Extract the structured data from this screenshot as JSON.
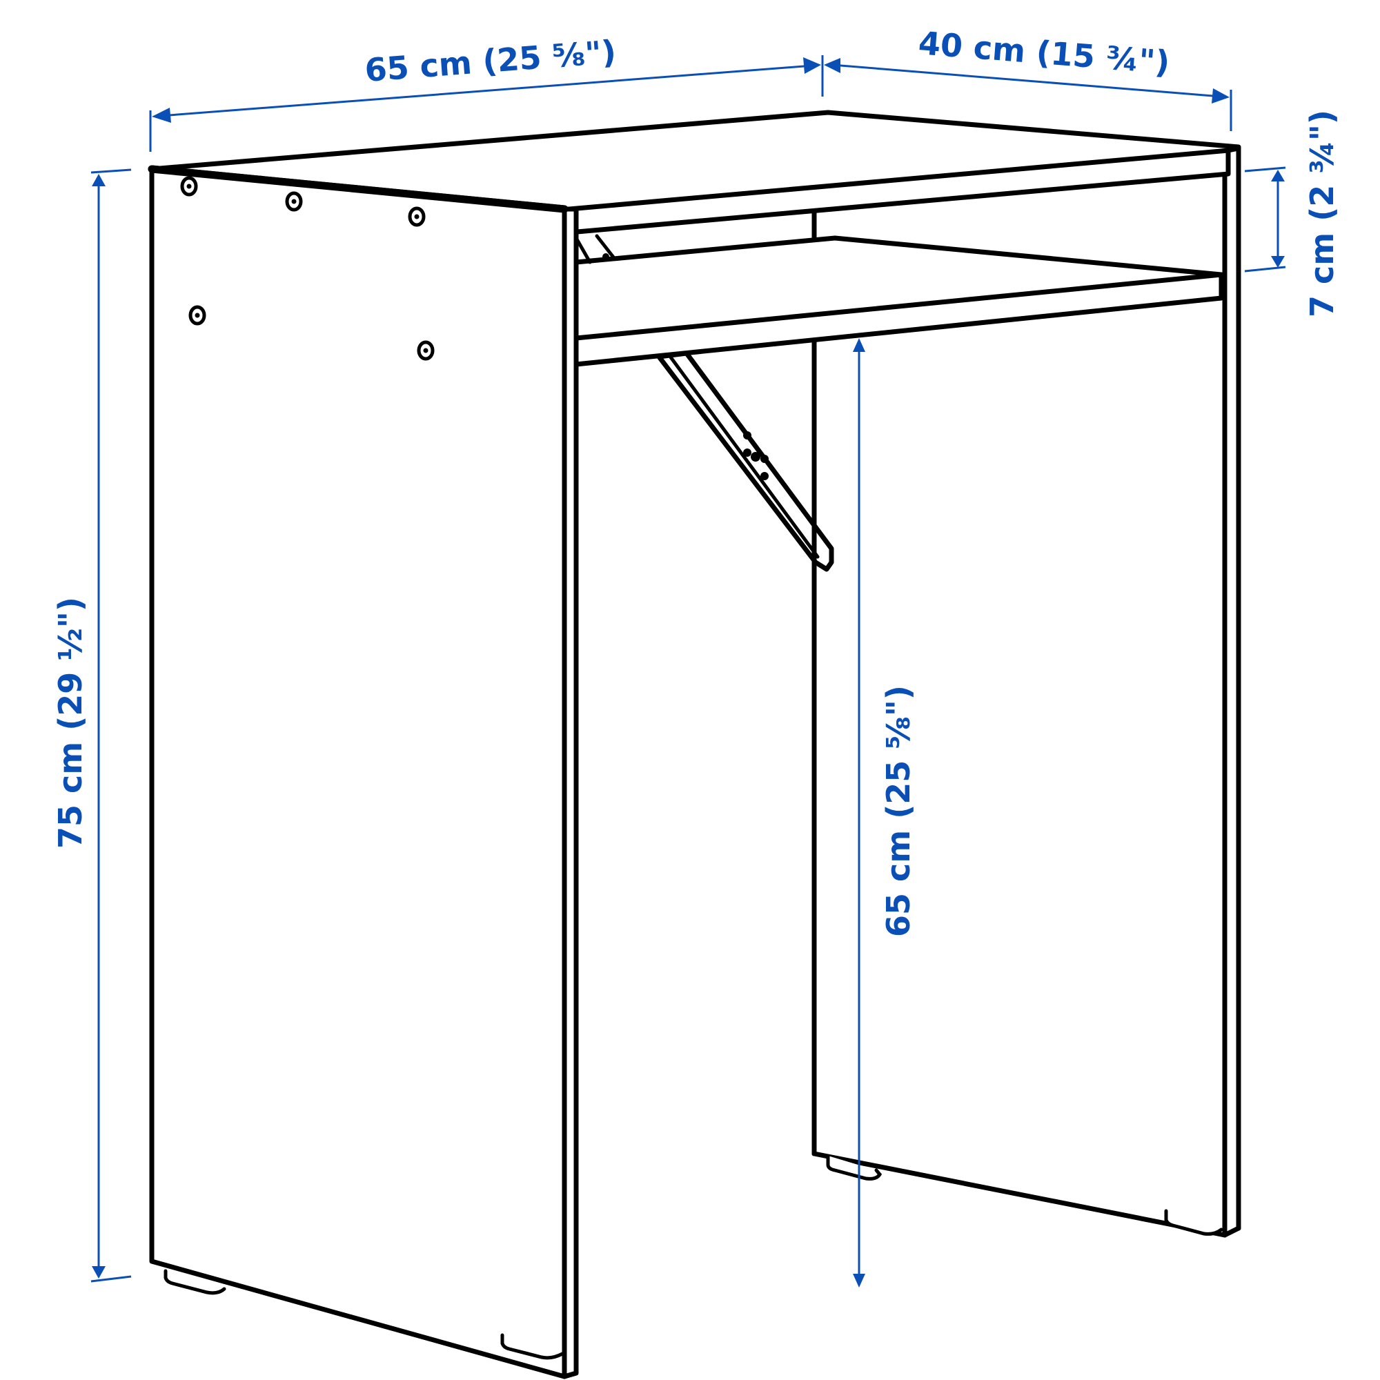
{
  "figure": {
    "subject": "Desk with side panels, top, lower shelf and diagonal support brackets",
    "line_color": "#000000",
    "dimension_color": "#0a4fb5",
    "background": "#ffffff"
  },
  "dimensions": {
    "width": {
      "label": "65 cm (25 ⅝\")",
      "value_cm": 65,
      "value_in": "25 5/8"
    },
    "depth": {
      "label": "40 cm (15 ¾\")",
      "value_cm": 40,
      "value_in": "15 3/4"
    },
    "height": {
      "label": "75 cm (29 ½\")",
      "value_cm": 75,
      "value_in": "29 1/2"
    },
    "top_thickness": {
      "label": "7 cm (2 ¾\")",
      "value_cm": 7,
      "value_in": "2 3/4"
    },
    "clearance": {
      "label": "65 cm (25 ⅝\")",
      "value_cm": 65,
      "value_in": "25 5/8"
    }
  }
}
